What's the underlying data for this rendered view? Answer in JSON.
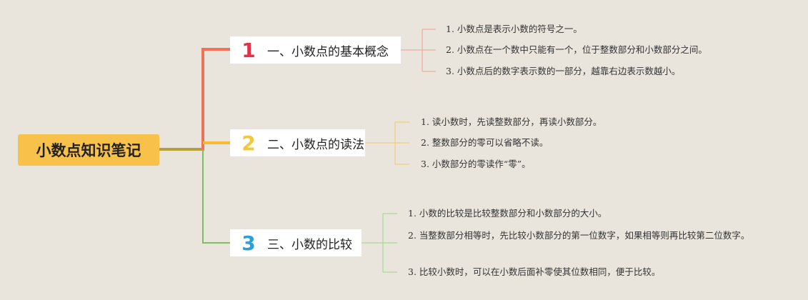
{
  "root": {
    "label": "小数点知识笔记"
  },
  "branches": [
    {
      "num": "1",
      "title": "一、小数点的基本概念",
      "color": "#f07058",
      "leaves": [
        "1. 小数点是表示小数的符号之一。",
        "2. 小数点在一个数中只能有一个，位于整数部分和小数部分之间。",
        "3. 小数点后的数字表示数的一部分，越靠右边表示数越小。"
      ]
    },
    {
      "num": "2",
      "title": "二、小数点的读法",
      "color": "#f8b830",
      "leaves": [
        "1. 读小数时，先读整数部分，再读小数部分。",
        "2. 整数部分的零可以省略不读。",
        "3. 小数部分的零读作“零”。"
      ]
    },
    {
      "num": "3",
      "title": "三、小数的比较",
      "color": "#2a9fd8",
      "leaves": [
        "1. 小数的比较是比较整数部分和小数部分的大小。",
        "2. 当整数部分相等时，先比较小数部分的第一位数字，如果相等则再比较第二位数字。",
        "3. 比较小数时，可以在小数后面补零使其位数相同，便于比较。"
      ]
    }
  ]
}
